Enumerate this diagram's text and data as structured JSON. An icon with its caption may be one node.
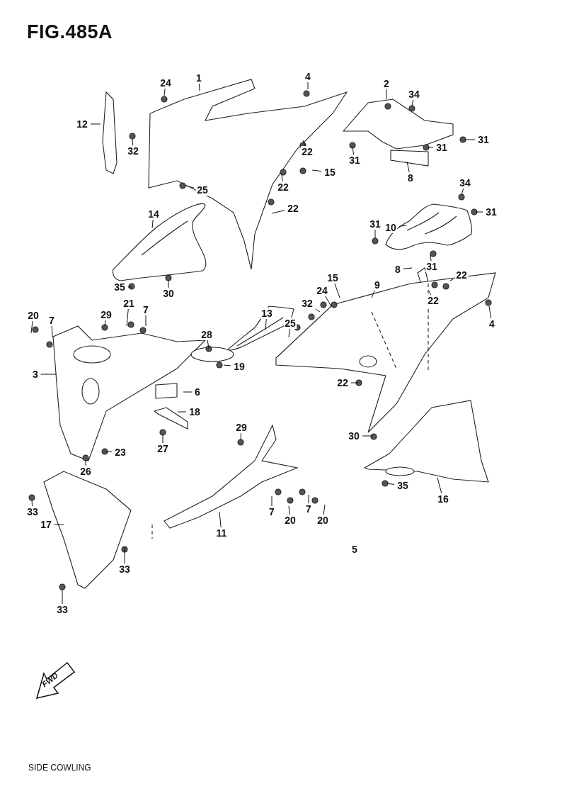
{
  "diagram": {
    "title": "FIG.485A",
    "caption": "SIDE COWLING",
    "nodes": [
      {
        "text": [
          "24"
        ]
      },
      {
        "text": [
          "1"
        ]
      },
      {
        "text": [
          "4"
        ]
      },
      {
        "text": [
          "2"
        ]
      },
      {
        "text": [
          "34"
        ]
      },
      {
        "text": [
          "12"
        ]
      },
      {
        "text": [
          "32"
        ]
      },
      {
        "text": [
          "22"
        ]
      },
      {
        "text": [
          "15"
        ]
      },
      {
        "text": [
          "22"
        ]
      },
      {
        "text": [
          "25"
        ]
      },
      {
        "text": [
          "22"
        ]
      },
      {
        "text": [
          "31"
        ]
      },
      {
        "text": [
          "31"
        ]
      },
      {
        "text": [
          "31"
        ]
      },
      {
        "text": [
          "8"
        ]
      },
      {
        "text": [
          "34"
        ]
      },
      {
        "text": [
          "31"
        ]
      },
      {
        "text": [
          "31"
        ]
      },
      {
        "text": [
          "10"
        ]
      },
      {
        "text": [
          "31"
        ]
      },
      {
        "text": [
          "8"
        ]
      },
      {
        "text": [
          "22"
        ]
      },
      {
        "text": [
          "22"
        ]
      },
      {
        "text": [
          "4"
        ]
      },
      {
        "text": [
          "14"
        ]
      },
      {
        "text": [
          "35"
        ]
      },
      {
        "text": [
          "30"
        ]
      },
      {
        "text": [
          "20"
        ]
      },
      {
        "text": [
          "7"
        ]
      },
      {
        "text": [
          "29"
        ]
      },
      {
        "text": [
          "21"
        ]
      },
      {
        "text": [
          "7"
        ]
      },
      {
        "text": [
          "28"
        ]
      },
      {
        "text": [
          "19"
        ]
      },
      {
        "text": [
          "3"
        ]
      },
      {
        "text": [
          "6"
        ]
      },
      {
        "text": [
          "18"
        ]
      },
      {
        "text": [
          "27"
        ]
      },
      {
        "text": [
          "23"
        ]
      },
      {
        "text": [
          "26"
        ]
      },
      {
        "text": [
          "13"
        ]
      },
      {
        "text": [
          "25"
        ]
      },
      {
        "text": [
          "32"
        ]
      },
      {
        "text": [
          "24"
        ]
      },
      {
        "text": [
          "15"
        ]
      },
      {
        "text": [
          "9"
        ]
      },
      {
        "text": [
          "22"
        ]
      },
      {
        "text": [
          "29"
        ]
      },
      {
        "text": [
          "30"
        ]
      },
      {
        "text": [
          "35"
        ]
      },
      {
        "text": [
          "16"
        ]
      },
      {
        "text": [
          "33"
        ]
      },
      {
        "text": [
          "17"
        ]
      },
      {
        "text": [
          "33"
        ]
      },
      {
        "text": [
          "33"
        ]
      },
      {
        "text": [
          "7"
        ]
      },
      {
        "text": [
          "20"
        ]
      },
      {
        "text": [
          "7"
        ]
      },
      {
        "text": [
          "20"
        ]
      },
      {
        "text": [
          "11"
        ]
      }
    ],
    "edges": [
      {
        "from": 0,
        "to": null,
        "arrow": "none"
      },
      {
        "from": 1,
        "to": null,
        "arrow": "none"
      },
      {
        "from": 2,
        "to": null,
        "arrow": "none"
      },
      {
        "from": 3,
        "to": null,
        "arrow": "none"
      },
      {
        "from": 4,
        "to": null,
        "arrow": "none"
      },
      {
        "from": 5,
        "to": null,
        "arrow": "none"
      },
      {
        "from": 6,
        "to": null,
        "arrow": "none"
      },
      {
        "from": 7,
        "to": null,
        "arrow": "none"
      },
      {
        "from": 8,
        "to": null,
        "arrow": "none"
      },
      {
        "from": 9,
        "to": null,
        "arrow": "none"
      },
      {
        "from": 10,
        "to": null,
        "arrow": "none"
      },
      {
        "from": 11,
        "to": null,
        "arrow": "none"
      },
      {
        "from": 12,
        "to": null,
        "arrow": "none"
      },
      {
        "from": 13,
        "to": null,
        "arrow": "none"
      },
      {
        "from": 14,
        "to": null,
        "arrow": "none"
      },
      {
        "from": 15,
        "to": null,
        "arrow": "none"
      },
      {
        "from": 16,
        "to": null,
        "arrow": "none"
      },
      {
        "from": 17,
        "to": null,
        "arrow": "none"
      },
      {
        "from": 18,
        "to": null,
        "arrow": "none"
      },
      {
        "from": 19,
        "to": null,
        "arrow": "none"
      },
      {
        "from": 20,
        "to": null,
        "arrow": "none"
      },
      {
        "from": 21,
        "to": null,
        "arrow": "none"
      },
      {
        "from": 22,
        "to": null,
        "arrow": "none"
      },
      {
        "from": 23,
        "to": null,
        "arrow": "none"
      },
      {
        "from": 24,
        "to": null,
        "arrow": "none"
      },
      {
        "from": 25,
        "to": null,
        "arrow": "none"
      },
      {
        "from": 26,
        "to": null,
        "arrow": "none"
      },
      {
        "from": 27,
        "to": null,
        "arrow": "none"
      },
      {
        "from": 28,
        "to": null,
        "arrow": "none"
      },
      {
        "from": 29,
        "to": null,
        "arrow": "none"
      },
      {
        "from": 30,
        "to": null,
        "arrow": "none"
      },
      {
        "from": 31,
        "to": null,
        "arrow": "none"
      },
      {
        "from": 32,
        "to": null,
        "arrow": "none"
      },
      {
        "from": 33,
        "to": null,
        "arrow": "none"
      },
      {
        "from": 34,
        "to": null,
        "arrow": "none"
      },
      {
        "from": 35,
        "to": null,
        "arrow": "none"
      },
      {
        "from": 36,
        "to": null,
        "arrow": "none"
      },
      {
        "from": 37,
        "to": null,
        "arrow": "none"
      },
      {
        "from": 38,
        "to": null,
        "arrow": "none"
      },
      {
        "from": 39,
        "to": null,
        "arrow": "none"
      },
      {
        "from": 40,
        "to": null,
        "arrow": "none"
      },
      {
        "from": 41,
        "to": null,
        "arrow": "none"
      },
      {
        "from": 42,
        "to": null,
        "arrow": "none"
      },
      {
        "from": 43,
        "to": null,
        "arrow": "none"
      },
      {
        "from": 44,
        "to": null,
        "arrow": "none"
      },
      {
        "from": 45,
        "to": null,
        "arrow": "none"
      },
      {
        "from": 46,
        "to": null,
        "arrow": "none"
      },
      {
        "from": 47,
        "to": null,
        "arrow": "none"
      },
      {
        "from": 48,
        "to": null,
        "arrow": "none"
      },
      {
        "from": 49,
        "to": null,
        "arrow": "none"
      },
      {
        "from": 50,
        "to": null,
        "arrow": "none"
      },
      {
        "from": 51,
        "to": null,
        "arrow": "none"
      },
      {
        "from": 52,
        "to": null,
        "arrow": "none"
      },
      {
        "from": 53,
        "to": null,
        "arrow": "none"
      },
      {
        "from": 54,
        "to": null,
        "arrow": "none"
      },
      {
        "from": 55,
        "to": null,
        "arrow": "none"
      },
      {
        "from": 56,
        "to": null,
        "arrow": "none"
      },
      {
        "from": 57,
        "to": null,
        "arrow": "none"
      },
      {
        "from": 58,
        "to": null,
        "arrow": "none"
      },
      {
        "from": 59,
        "to": null,
        "arrow": "none"
      },
      {
        "from": 60,
        "to": null,
        "arrow": "none"
      }
    ],
    "labels": [
      "5",
      "FWD"
    ]
  }
}
